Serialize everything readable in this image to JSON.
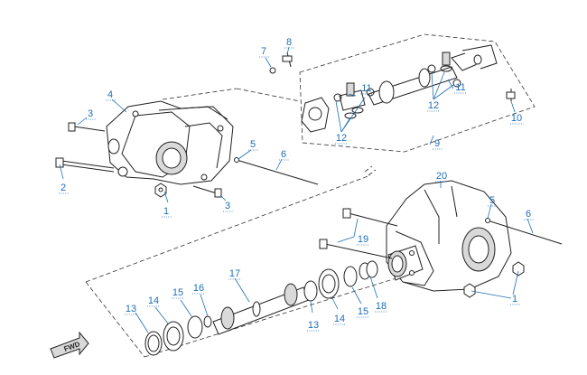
{
  "diagram": {
    "callouts": [
      {
        "id": "c1",
        "label": "1"
      },
      {
        "id": "c2",
        "label": "1"
      },
      {
        "id": "c3",
        "label": "2"
      },
      {
        "id": "c4",
        "label": "3"
      },
      {
        "id": "c5",
        "label": "3"
      },
      {
        "id": "c6",
        "label": "4"
      },
      {
        "id": "c7",
        "label": "5"
      },
      {
        "id": "c8",
        "label": "5"
      },
      {
        "id": "c9",
        "label": "6"
      },
      {
        "id": "c10",
        "label": "6"
      },
      {
        "id": "c11",
        "label": "7"
      },
      {
        "id": "c12",
        "label": "8"
      },
      {
        "id": "c13",
        "label": "9"
      },
      {
        "id": "c14",
        "label": "10"
      },
      {
        "id": "c15",
        "label": "11"
      },
      {
        "id": "c16",
        "label": "11"
      },
      {
        "id": "c17",
        "label": "12"
      },
      {
        "id": "c18",
        "label": "12"
      },
      {
        "id": "c19",
        "label": "13"
      },
      {
        "id": "c20",
        "label": "13"
      },
      {
        "id": "c21",
        "label": "14"
      },
      {
        "id": "c22",
        "label": "14"
      },
      {
        "id": "c23",
        "label": "15"
      },
      {
        "id": "c24",
        "label": "15"
      },
      {
        "id": "c25",
        "label": "16"
      },
      {
        "id": "c26",
        "label": "17"
      },
      {
        "id": "c27",
        "label": "18"
      },
      {
        "id": "c28",
        "label": "19"
      },
      {
        "id": "c29",
        "label": "20"
      }
    ],
    "direction_badge": "FWD",
    "accent_color": "#1f6fb5"
  }
}
